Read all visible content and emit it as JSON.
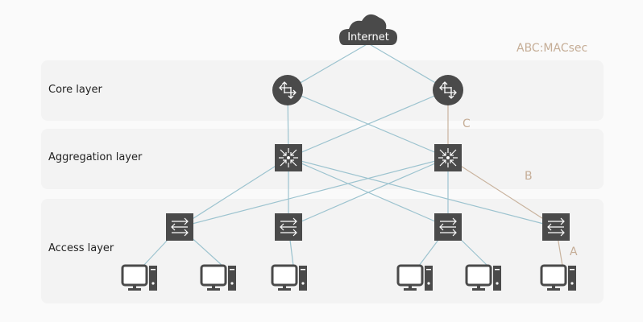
{
  "legend": "ABC:MACsec",
  "layers": [
    {
      "id": "core",
      "label": "Core layer"
    },
    {
      "id": "aggregation",
      "label": "Aggregation layer"
    },
    {
      "id": "access",
      "label": "Access layer"
    }
  ],
  "internet": {
    "label": "Internet"
  },
  "colors": {
    "device": "#4a4a4a",
    "link": "#9cc3cf",
    "macsec_link": "#c9b39e",
    "band": "#f3f3f3",
    "background": "#fafafa"
  },
  "devices": {
    "core": [
      "core-router-1",
      "core-router-2"
    ],
    "aggregation": [
      "aggregation-switch-1",
      "aggregation-switch-2"
    ],
    "access": [
      "access-switch-1",
      "access-switch-2",
      "access-switch-3",
      "access-switch-4"
    ],
    "hosts": [
      "pc-1",
      "pc-2",
      "pc-3",
      "pc-4",
      "pc-5",
      "pc-6"
    ]
  },
  "links": [
    {
      "from": "internet",
      "to": "core-router-1",
      "type": "normal"
    },
    {
      "from": "internet",
      "to": "core-router-2",
      "type": "normal"
    },
    {
      "from": "core-router-1",
      "to": "aggregation-switch-1",
      "type": "normal"
    },
    {
      "from": "core-router-1",
      "to": "aggregation-switch-2",
      "type": "normal"
    },
    {
      "from": "core-router-2",
      "to": "aggregation-switch-1",
      "type": "normal"
    },
    {
      "from": "core-router-2",
      "to": "aggregation-switch-2",
      "type": "macsec",
      "label": "C"
    },
    {
      "from": "aggregation-switch-1",
      "to": "access-switch-1",
      "type": "normal"
    },
    {
      "from": "aggregation-switch-1",
      "to": "access-switch-2",
      "type": "normal"
    },
    {
      "from": "aggregation-switch-1",
      "to": "access-switch-3",
      "type": "normal"
    },
    {
      "from": "aggregation-switch-1",
      "to": "access-switch-4",
      "type": "normal"
    },
    {
      "from": "aggregation-switch-2",
      "to": "access-switch-1",
      "type": "normal"
    },
    {
      "from": "aggregation-switch-2",
      "to": "access-switch-2",
      "type": "normal"
    },
    {
      "from": "aggregation-switch-2",
      "to": "access-switch-3",
      "type": "normal"
    },
    {
      "from": "aggregation-switch-2",
      "to": "access-switch-4",
      "type": "macsec",
      "label": "B"
    },
    {
      "from": "access-switch-1",
      "to": "pc-1",
      "type": "normal"
    },
    {
      "from": "access-switch-1",
      "to": "pc-2",
      "type": "normal"
    },
    {
      "from": "access-switch-2",
      "to": "pc-3",
      "type": "normal"
    },
    {
      "from": "access-switch-3",
      "to": "pc-4",
      "type": "normal"
    },
    {
      "from": "access-switch-3",
      "to": "pc-5",
      "type": "normal"
    },
    {
      "from": "access-switch-4",
      "to": "pc-6",
      "type": "macsec",
      "label": "A"
    }
  ]
}
